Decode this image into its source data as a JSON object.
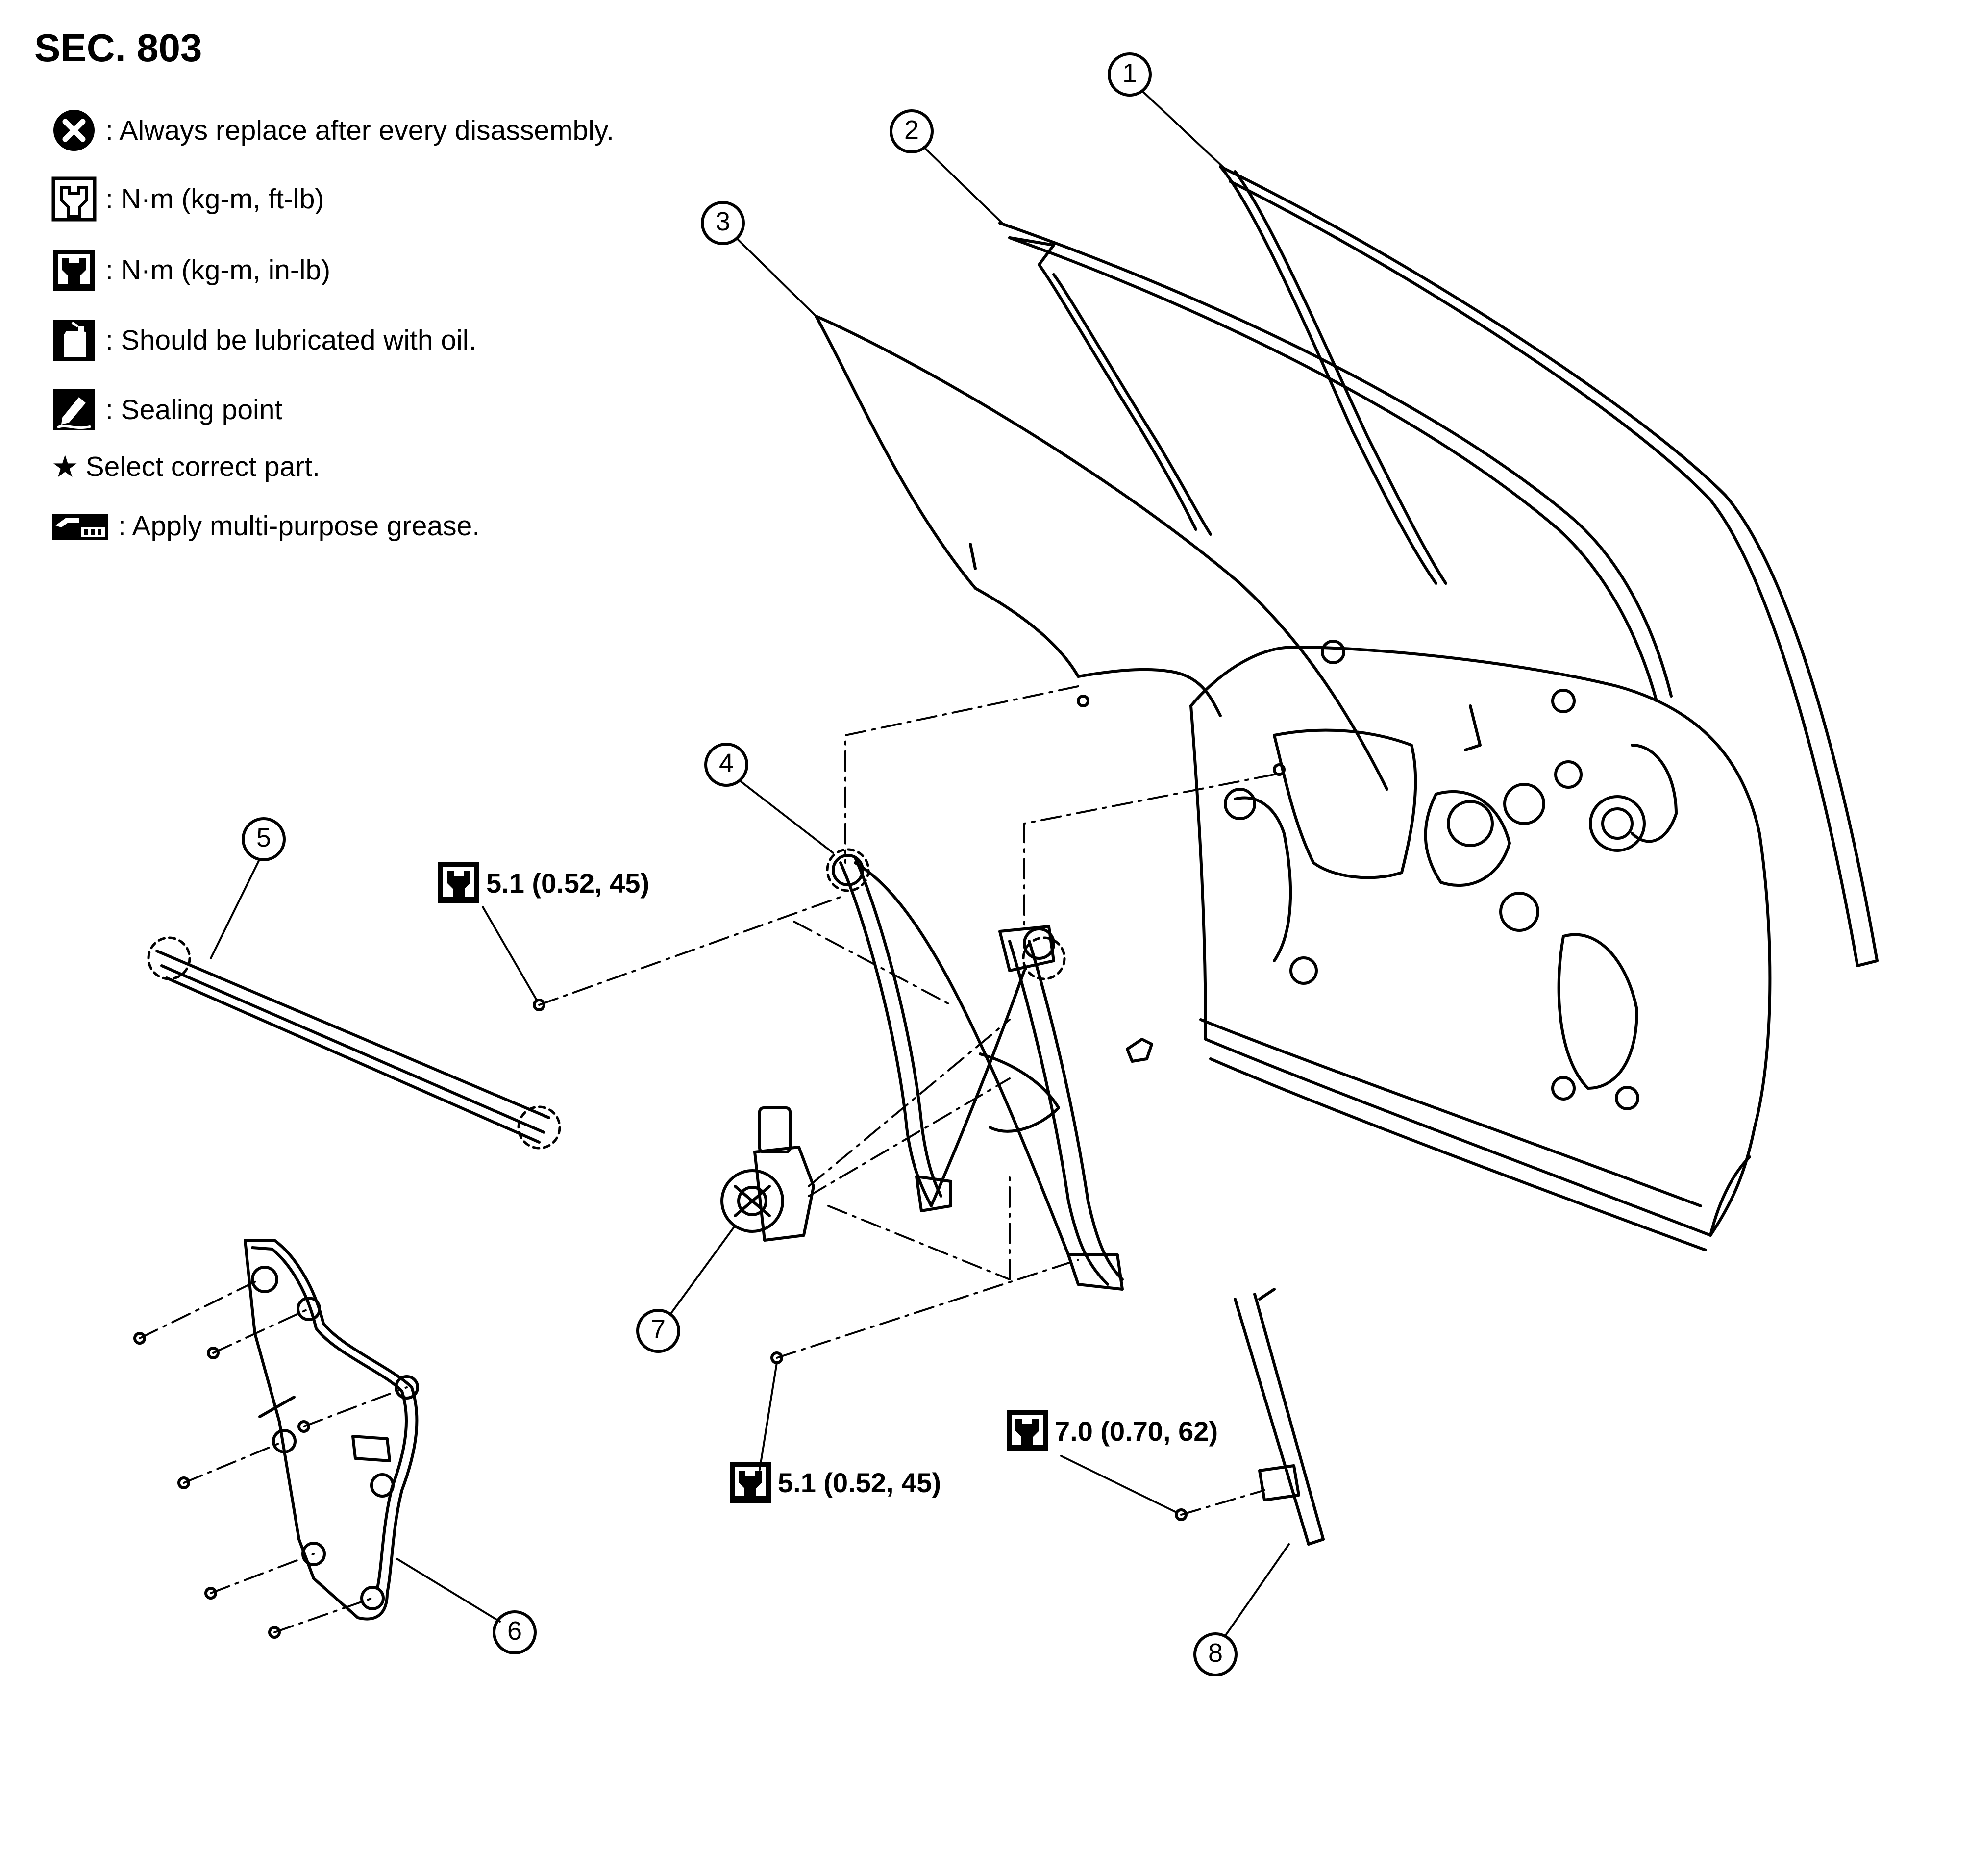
{
  "section": "SEC. 803",
  "legend": [
    {
      "icon": "x-circle-icon",
      "text": ": Always replace after every disassembly."
    },
    {
      "icon": "torque-wrench-outline-icon",
      "text": ": N·m (kg-m, ft-lb)"
    },
    {
      "icon": "torque-wrench-filled-icon",
      "text": ": N·m (kg-m, in-lb)"
    },
    {
      "icon": "oil-can-icon",
      "text": ": Should be lubricated with oil."
    },
    {
      "icon": "sealing-point-icon",
      "text": ": Sealing point"
    },
    {
      "icon": "star-icon",
      "text": "Select correct part."
    },
    {
      "icon": "grease-icon",
      "text": ": Apply multi-purpose grease."
    }
  ],
  "star_glyph": "★",
  "torque_specs": [
    {
      "text": "5.1 (0.52, 45)"
    },
    {
      "text": "5.1 (0.52, 45)"
    },
    {
      "text": "7.0 (0.70, 62)"
    }
  ],
  "callouts": [
    "1",
    "2",
    "3",
    "4",
    "5",
    "6",
    "7",
    "8"
  ],
  "colors": {
    "line": "#000000",
    "background": "#ffffff"
  }
}
